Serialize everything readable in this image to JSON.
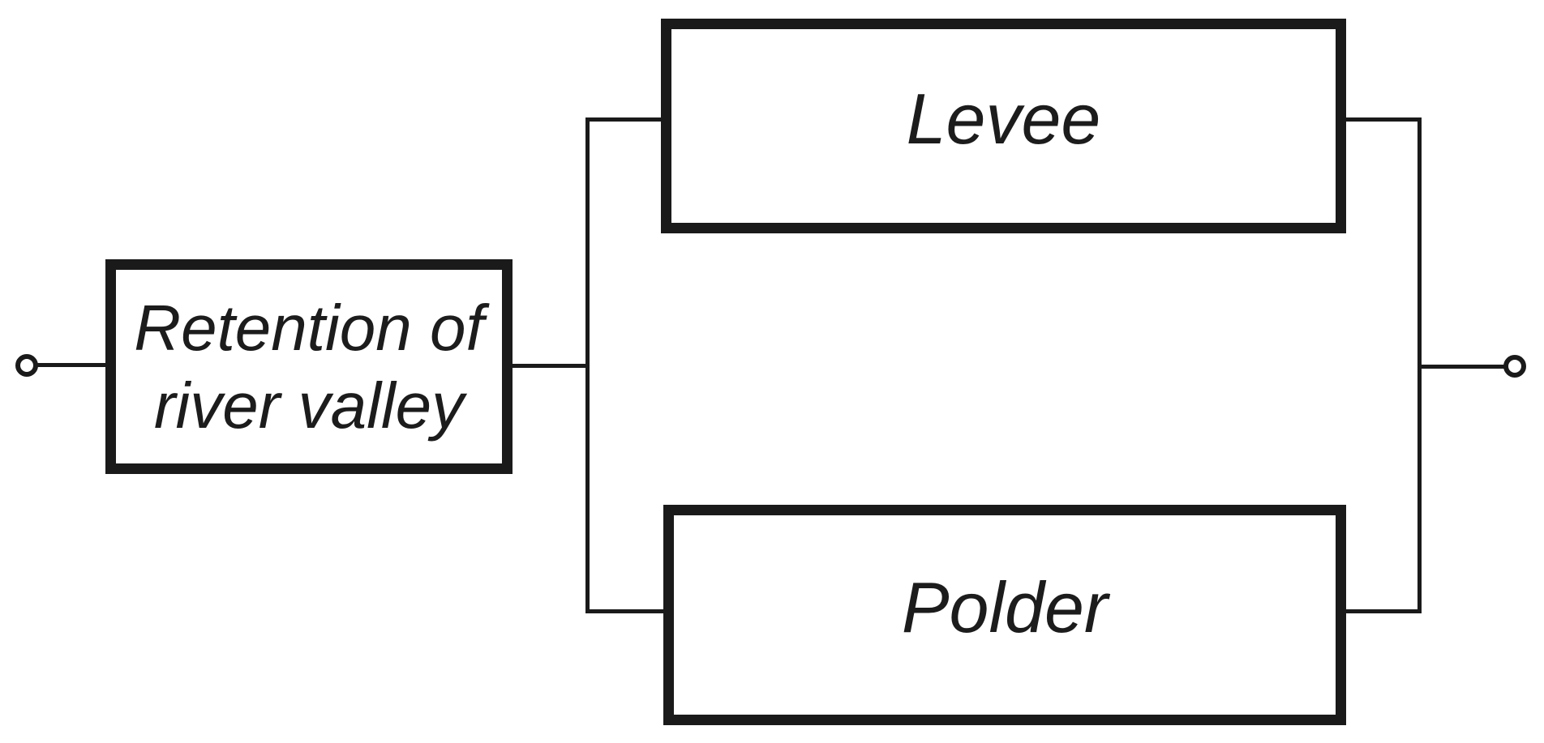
{
  "diagram": {
    "type": "reliability-block-diagram",
    "background_color": "#ffffff",
    "line_color": "#1a1a1a",
    "text_color": "#1c1c1c",
    "blocks": {
      "retention": {
        "label_line1": "Retention of",
        "label_line2": "river valley"
      },
      "levee": {
        "label": "Levee"
      },
      "polder": {
        "label": "Polder"
      }
    },
    "terminals": {
      "input_icon": "circle-terminal",
      "output_icon": "circle-terminal"
    },
    "structure": "input -> retention (series) -> [levee | polder] (parallel) -> output"
  }
}
